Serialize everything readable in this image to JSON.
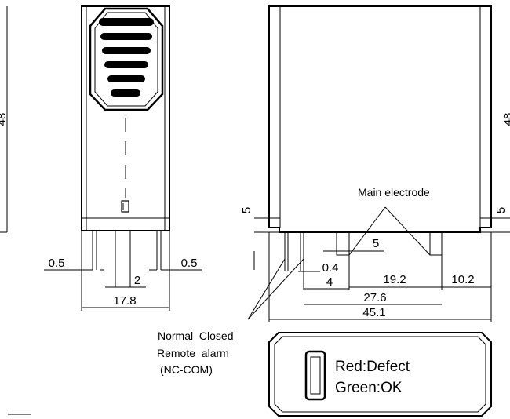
{
  "dimensions": {
    "height_left": "48",
    "height_right": "48",
    "gap_left": "0.5",
    "gap_right": "0.5",
    "pin_pitch": "2",
    "side_width": "17.8",
    "pin_height_left": "5",
    "pin_height_right": "5",
    "electrode_width": "5",
    "offset_a": "0.4",
    "offset_b": "4",
    "spacing": "19.2",
    "right_margin": "10.2",
    "inner_span": "27.6",
    "total_width": "45.1"
  },
  "labels": {
    "main_electrode": "Main electrode",
    "alarm_line1": "Normal  Closed",
    "alarm_line2": "Remote  alarm",
    "alarm_line3": "(NC-COM)"
  },
  "legend": {
    "red_text": "Red:Defect",
    "green_text": "Green:OK"
  }
}
